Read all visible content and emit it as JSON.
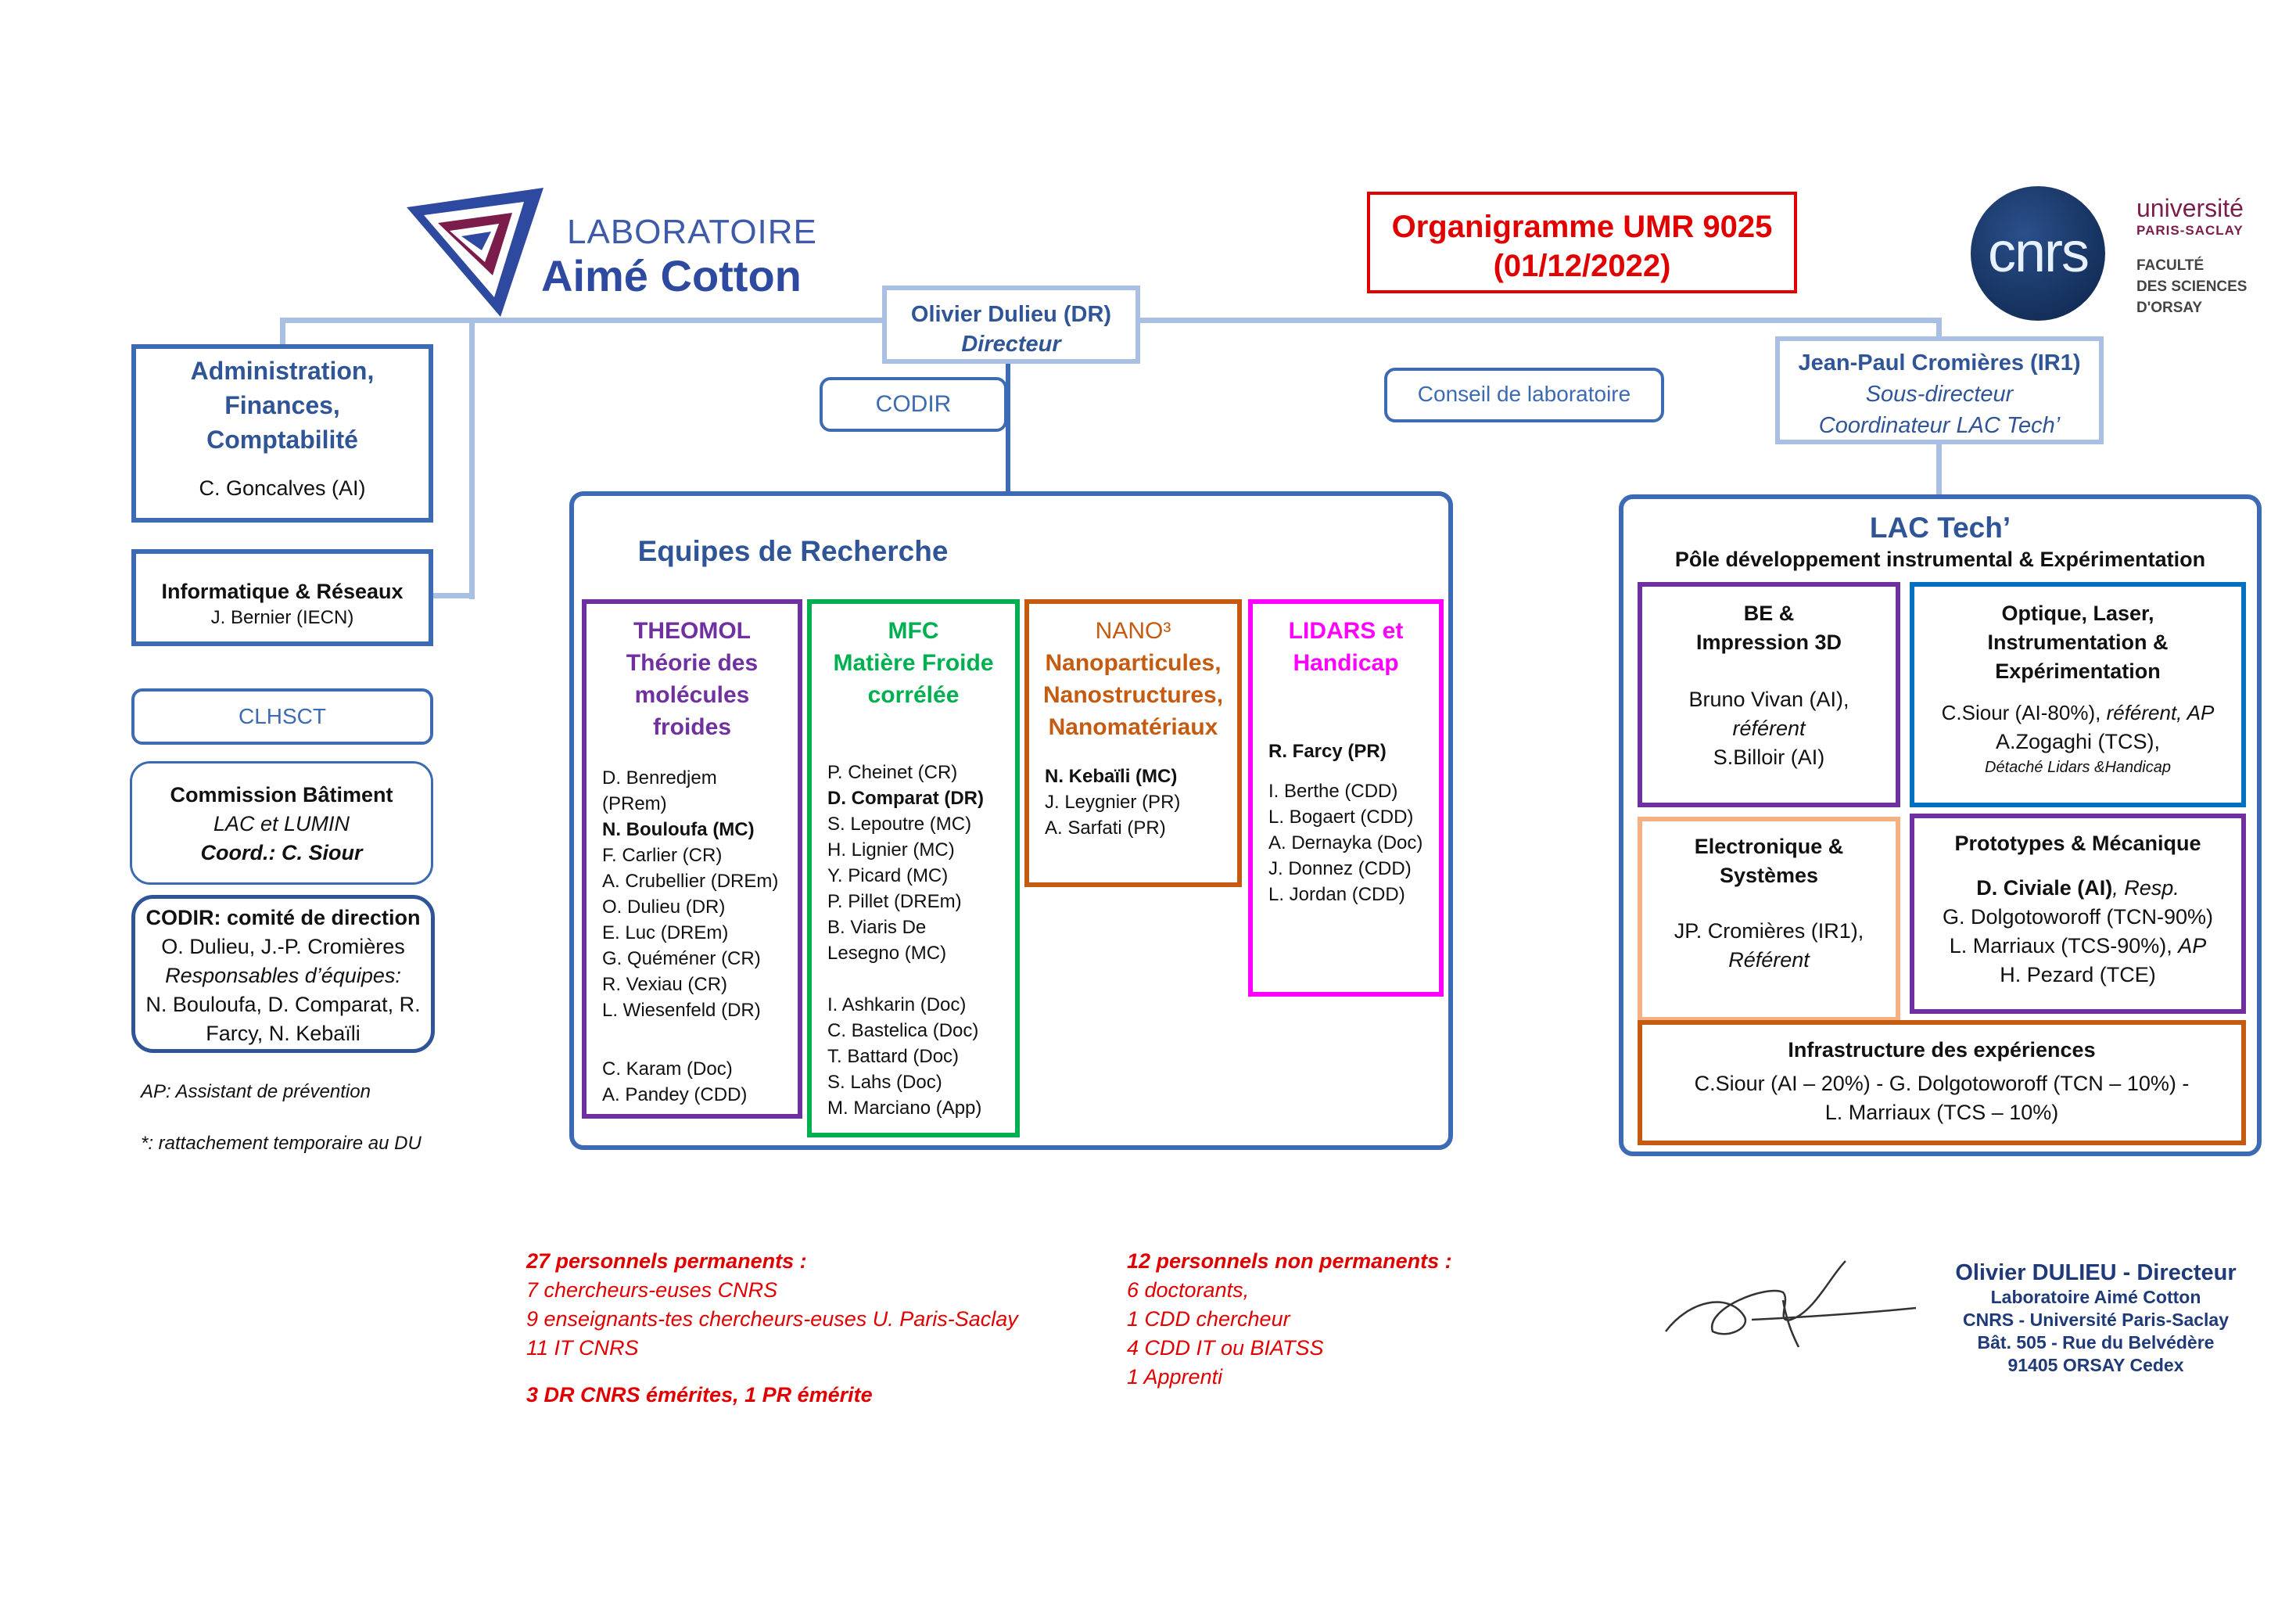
{
  "header": {
    "logo_line1": "LABORATOIRE",
    "logo_line2": "Aimé Cotton",
    "title_line1": "Organigramme UMR 9025",
    "title_line2": "(01/12/2022)",
    "cnrs_logo": "cnrs",
    "univ_line1": "université",
    "univ_line2": "PARIS-SACLAY",
    "fac_line1": "FACULTÉ",
    "fac_line2": "DES SCIENCES",
    "fac_line3": "D'ORSAY"
  },
  "director": {
    "name": "Olivier Dulieu (DR)",
    "role": "Directeur"
  },
  "codir_label": "CODIR",
  "conseil_label": "Conseil de laboratoire",
  "subdirector": {
    "name": "Jean-Paul Cromières (IR1)",
    "role1": "Sous-directeur",
    "role2": "Coordinateur LAC Tech’"
  },
  "admin": {
    "title_lines": [
      "Administration,",
      "Finances,",
      "Comptabilité"
    ],
    "person": "C. Goncalves (AI)"
  },
  "informatique": {
    "title": "Informatique & Réseaux",
    "person": "J. Bernier (IECN)"
  },
  "clhsct_label": "CLHSCT",
  "commission": {
    "title": "Commission Bâtiment",
    "sub": "LAC et LUMIN",
    "coord": "Coord.: C. Siour"
  },
  "codir_box": {
    "title": "CODIR: comité de direction",
    "line1": "O. Dulieu, J.-P. Cromières",
    "line2": "Responsables d’équipes:",
    "line3": "N. Bouloufa, D. Comparat, R.",
    "line4": "Farcy, N. Kebaïli"
  },
  "notes": {
    "ap": "AP: Assistant de prévention",
    "rattachement": "*: rattachement temporaire au DU"
  },
  "research": {
    "title": "Equipes de Recherche",
    "teams": [
      {
        "title_lines": [
          "THEOMOL",
          "Théorie des",
          "molécules",
          "froides"
        ],
        "color": "#7030a0",
        "members": [
          "D. Benredjem",
          "(PRem)",
          "N. Bouloufa (MC)",
          "F. Carlier (CR)",
          "A. Crubellier (DREm)",
          "O. Dulieu (DR)",
          "E. Luc (DREm)",
          "G. Quéméner (CR)",
          "R. Vexiau (CR)",
          "L. Wiesenfeld (DR)",
          "",
          "C. Karam (Doc)",
          "A. Pandey (CDD)"
        ]
      },
      {
        "title_lines": [
          "MFC",
          "Matière Froide",
          "corrélée"
        ],
        "color": "#00b050",
        "members": [
          "P. Cheinet (CR)",
          "D. Comparat (DR)",
          "S. Lepoutre (MC)",
          "H. Lignier (MC)",
          "Y. Picard (MC)",
          "P. Pillet (DREm)",
          "B. Viaris De",
          "Lesegno (MC)",
          "",
          "I. Ashkarin (Doc)",
          "C. Bastelica (Doc)",
          "T. Battard (Doc)",
          "S. Lahs (Doc)",
          "M. Marciano (App)"
        ]
      },
      {
        "title_lines": [
          "NANO³",
          "Nanoparticules,",
          "Nanostructures,",
          "Nanomatériaux"
        ],
        "color": "#c55a11",
        "members": [
          "N. Kebaïli (MC)",
          "J. Leygnier (PR)",
          "A. Sarfati (PR)"
        ]
      },
      {
        "title_lines": [
          "LIDARS et",
          "Handicap"
        ],
        "color": "#ff00ff",
        "members": [
          "R. Farcy (PR)",
          "",
          "I. Berthe (CDD)",
          "L. Bogaert (CDD)",
          "A. Dernayka (Doc)",
          "J. Donnez (CDD)",
          "L. Jordan (CDD)"
        ]
      }
    ]
  },
  "lactech": {
    "title": "LAC Tech’",
    "subtitle": "Pôle développement instrumental & Expérimentation",
    "be": {
      "title_lines": [
        "BE &",
        "Impression 3D"
      ],
      "l1": "Bruno Vivan (AI),",
      "l2": "référent",
      "l3": "S.Billoir (AI)"
    },
    "optique": {
      "title_lines": [
        "Optique, Laser,",
        "Instrumentation &",
        "Expérimentation"
      ],
      "l1a": "C.Siour (AI-80%), ",
      "l1b": "référent, AP",
      "l2": "A.Zogaghi (TCS),",
      "l3": "Détaché Lidars &Handicap"
    },
    "electronique": {
      "title_lines": [
        "Electronique &",
        "Systèmes"
      ],
      "l1": "JP. Cromières (IR1),",
      "l2": "Référent"
    },
    "prototypes": {
      "title": "Prototypes & Mécanique",
      "l1a": "D. Civiale (AI)",
      "l1b": ", Resp.",
      "l2": "G. Dolgotoworoff (TCN-90%)",
      "l3a": "L. Marriaux (TCS-90%), ",
      "l3b": "AP",
      "l4": "H. Pezard (TCE)"
    },
    "infra": {
      "title": "Infrastructure des expériences",
      "l1": "C.Siour (AI – 20%) - G. Dolgotoworoff (TCN – 10%) -",
      "l2": "L. Marriaux (TCS – 10%)"
    }
  },
  "stats": {
    "perm_title": "27 personnels permanents :",
    "perm_lines": [
      "7 chercheurs-euses CNRS",
      "9 enseignants-tes chercheurs-euses U. Paris-Saclay",
      "11 IT CNRS"
    ],
    "emerites": "3 DR CNRS émérites, 1 PR émérite",
    "nonperm_title": "12 personnels non permanents :",
    "nonperm_lines": [
      "6 doctorants,",
      "1 CDD chercheur",
      "4 CDD IT ou BIATSS",
      "1 Apprenti"
    ]
  },
  "signature": {
    "l1": "Olivier DULIEU - Directeur",
    "l2": "Laboratoire Aimé Cotton",
    "l3": "CNRS - Université Paris-Saclay",
    "l4": "Bât. 505 - Rue du Belvédère",
    "l5": "91405 ORSAY Cedex"
  },
  "colors": {
    "accent": "#2f5597",
    "border": "#3d6bb3",
    "connector": "#a9bfe3",
    "title_red": "#e00000"
  }
}
